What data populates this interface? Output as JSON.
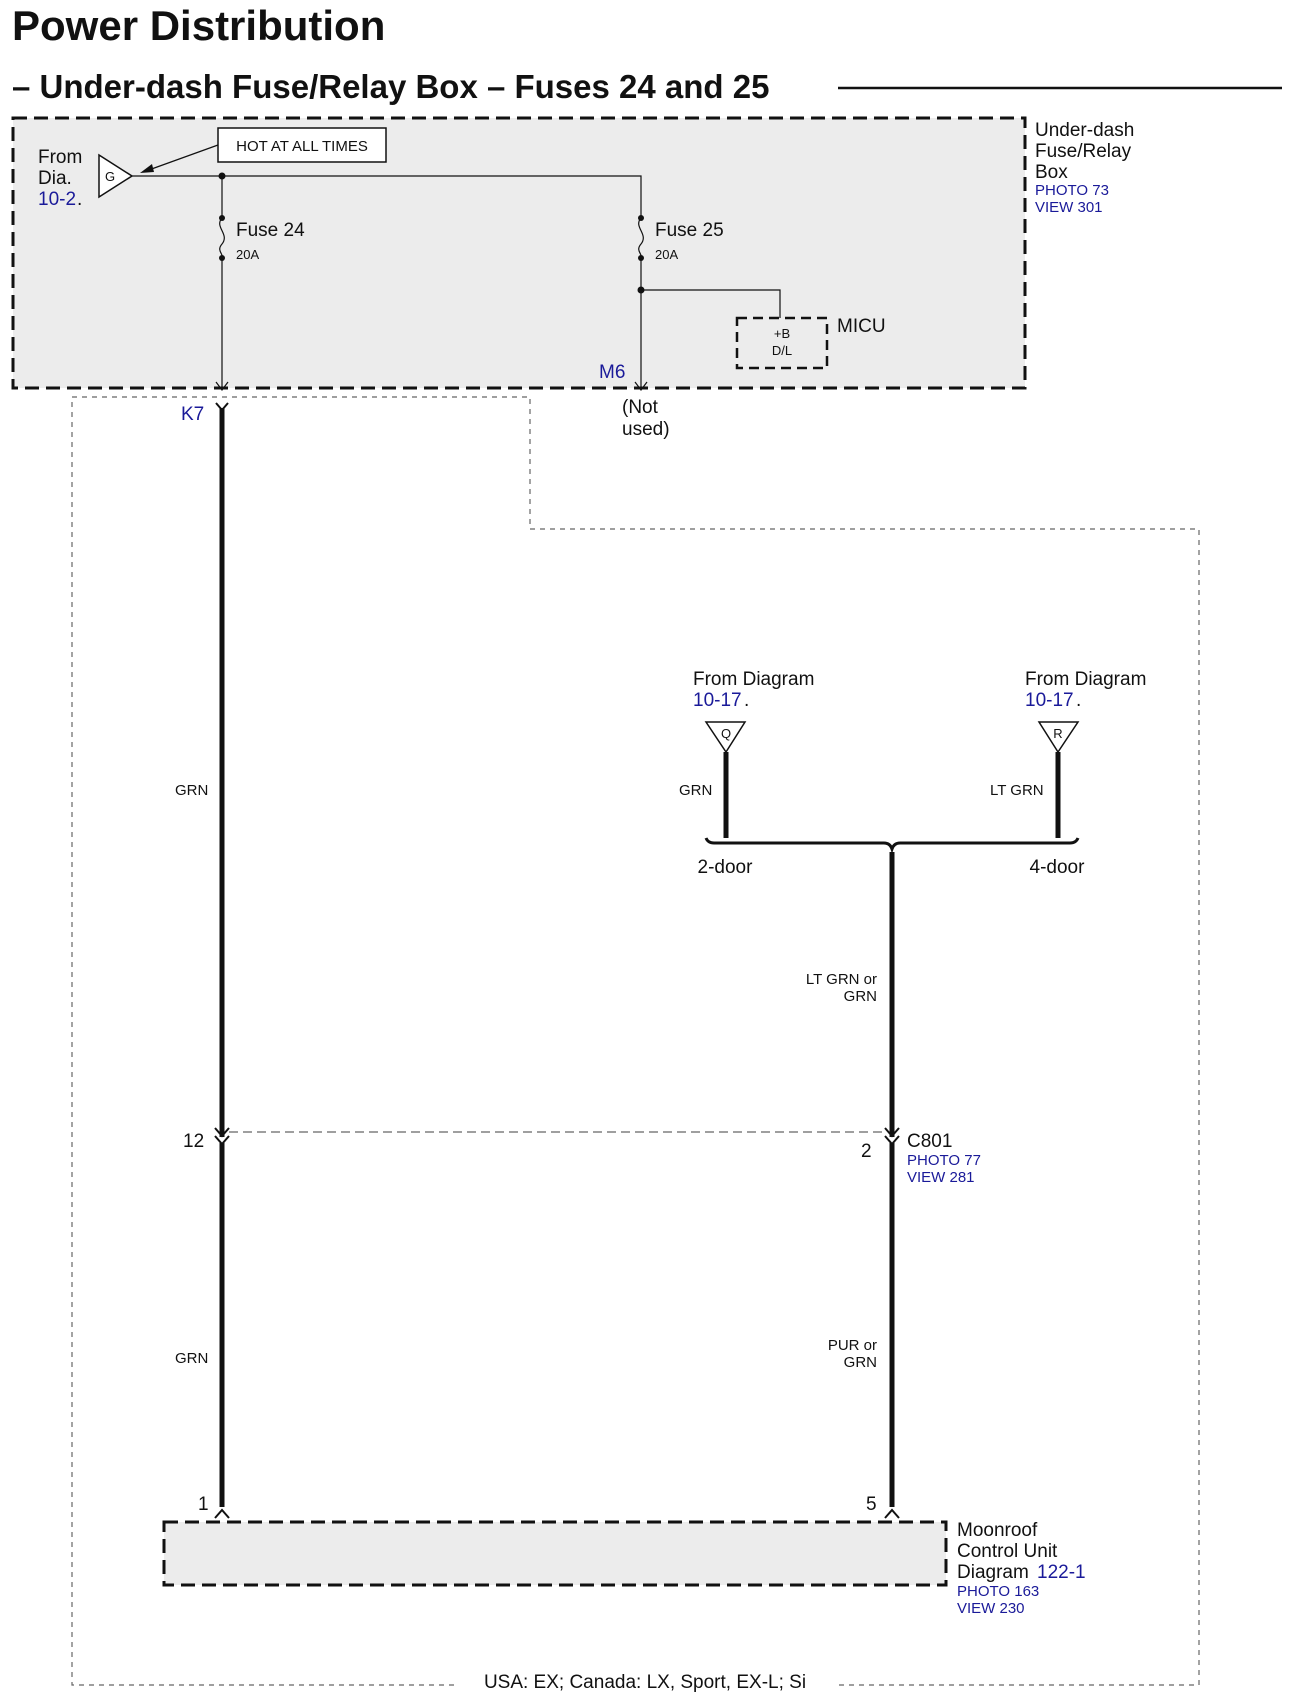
{
  "title": "Power Distribution",
  "subtitle": "– Under-dash Fuse/Relay Box – Fuses 24 and 25",
  "fuse_box": {
    "name_lines": [
      "Under-dash",
      "Fuse/Relay",
      "Box"
    ],
    "photo": "PHOTO 73",
    "view": "VIEW 301",
    "hot_label": "HOT AT ALL TIMES",
    "source_from": "From",
    "source_dia": "Dia.",
    "source_ref": "10-2",
    "source_dot": ".",
    "source_terminal": "G",
    "fuse24_name": "Fuse 24",
    "fuse24_rating": "20A",
    "fuse25_name": "Fuse 25",
    "fuse25_rating": "20A",
    "micu_label": "MICU",
    "micu_pin_1": "+B",
    "micu_pin_2": "D/L",
    "pin_k7": "K7",
    "pin_m6": "M6",
    "not_used_1": "(Not",
    "not_used_2": "used)"
  },
  "wires": {
    "left_upper_color": "GRN",
    "left_lower_color": "GRN",
    "q_color": "GRN",
    "r_color": "LT GRN",
    "right_mid_color_1": "LT GRN or",
    "right_mid_color_2": "GRN",
    "right_lower_color_1": "PUR or",
    "right_lower_color_2": "GRN"
  },
  "sources": {
    "q_from": "From Diagram",
    "q_ref": "10-17",
    "q_dot": ".",
    "q_terminal": "Q",
    "r_from": "From Diagram",
    "r_ref": "10-17",
    "r_dot": ".",
    "r_terminal": "R",
    "two_door": "2-door",
    "four_door": "4-door"
  },
  "connector": {
    "name": "C801",
    "photo": "PHOTO 77",
    "view": "VIEW 281",
    "pin_left": "12",
    "pin_right": "2"
  },
  "moonroof": {
    "line1": "Moonroof",
    "line2": "Control Unit",
    "line3": "Diagram",
    "ref": "122-1",
    "photo": "PHOTO 163",
    "view": "VIEW 230",
    "pin_left": "1",
    "pin_right": "5"
  },
  "footer": "USA: EX; Canada: LX, Sport, EX-L; Si"
}
